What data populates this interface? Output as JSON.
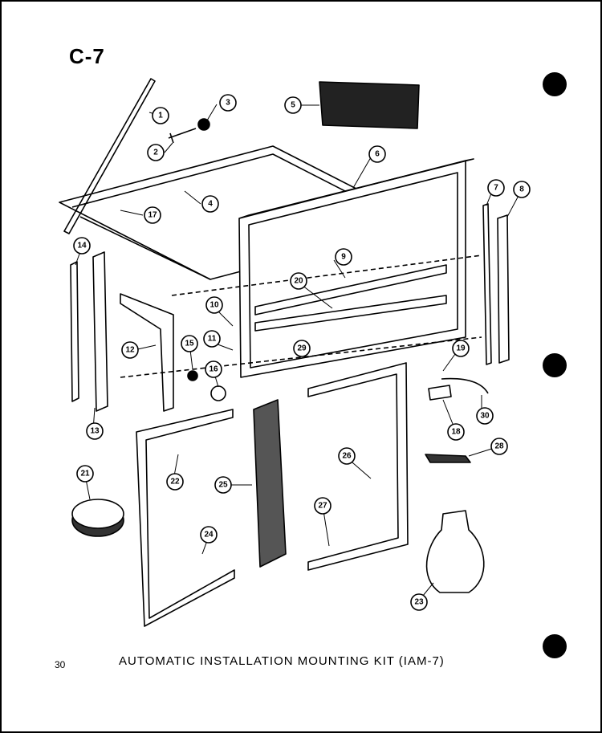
{
  "header": {
    "sheet_code": "C-7"
  },
  "footer": {
    "page_number": "30",
    "caption": "AUTOMATIC INSTALLATION MOUNTING KIT (IAM-7)"
  },
  "callouts": [
    "1",
    "2",
    "3",
    "4",
    "5",
    "6",
    "7",
    "8",
    "9",
    "10",
    "11",
    "12",
    "13",
    "14",
    "15",
    "16",
    "17",
    "18",
    "19",
    "20",
    "21",
    "22",
    "23",
    "24",
    "25",
    "26",
    "27",
    "28",
    "29",
    "30"
  ],
  "colors": {
    "ink": "#000000",
    "paper": "#ffffff"
  }
}
